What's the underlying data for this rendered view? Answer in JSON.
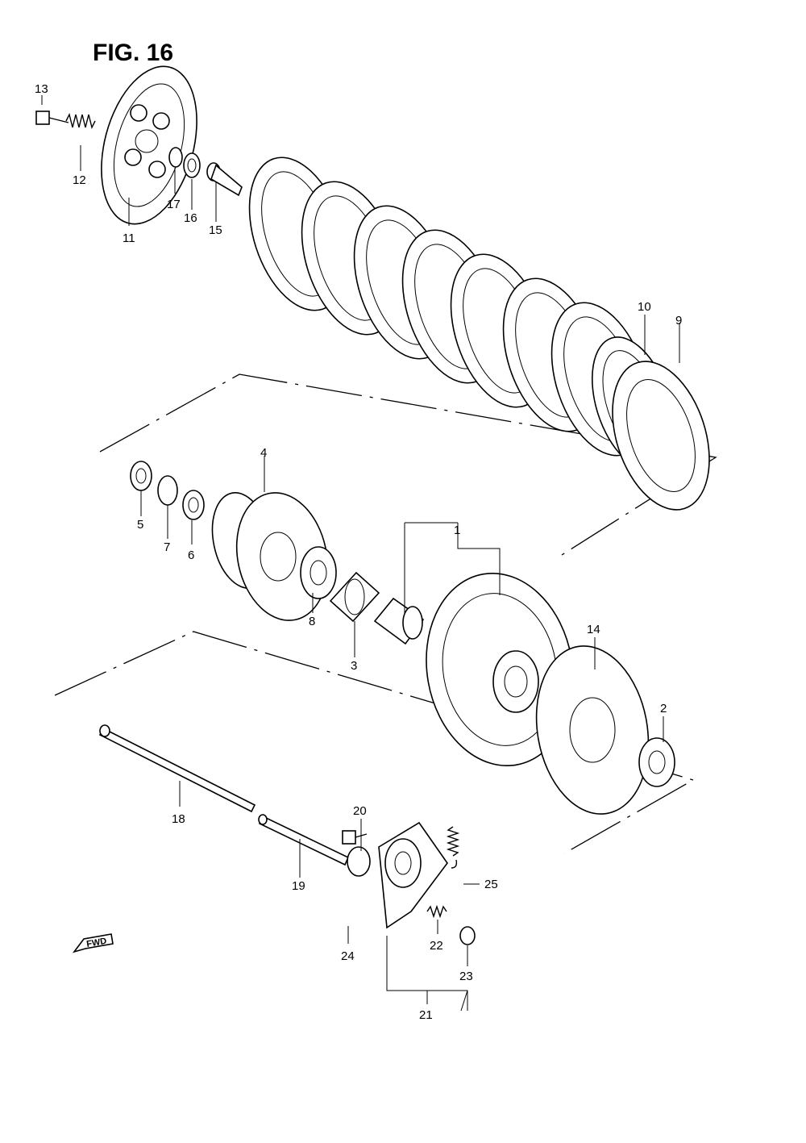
{
  "figure": {
    "title": "FIG. 16"
  },
  "fwd_label": "FWD",
  "callouts": {
    "c1": "1",
    "c2": "2",
    "c3": "3",
    "c4": "4",
    "c5": "5",
    "c6": "6",
    "c7": "7",
    "c8": "8",
    "c9": "9",
    "c10": "10",
    "c11": "11",
    "c12": "12",
    "c13": "13",
    "c14": "14",
    "c15": "15",
    "c16": "16",
    "c17": "17",
    "c18": "18",
    "c19": "19",
    "c20": "20",
    "c21": "21",
    "c22": "22",
    "c23": "23",
    "c24": "24",
    "c25": "25"
  }
}
